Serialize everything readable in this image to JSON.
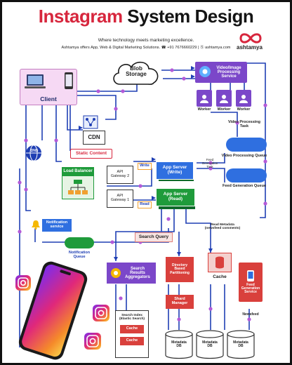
{
  "header": {
    "title_part1": "Instagram",
    "title_part2": "System Design",
    "tagline": "Where technology meets marketing excellence.",
    "contact": "Ashtamya offers App, Web & Digital Marketing Solutions. ☎ +91 7676660229 | Ⓢ ashtamya.com",
    "brand": "ashtamya"
  },
  "nodes": {
    "client": "Client",
    "blob_storage": "Blob\nStorage",
    "cdn": "CDN",
    "static_content": "Static Content",
    "dns": "DNS",
    "video_processing_service": "Video/Image\nProcessing\nService",
    "worker": "Worker",
    "video_processing_task": "Video Processing\nTask",
    "video_processing_queue": "Video Processing Queue",
    "feed_generation_task": "Feed\nGeneration\nTask",
    "feed_generation_queue": "Feed Generation Queue",
    "load_balancer": "Load Balancer",
    "api_gateway_2": "API\nGateway 2",
    "api_gateway_1": "API\nGateway 1",
    "write": "Write",
    "read": "Read",
    "app_server_write": "App Server\n(Write)",
    "app_server_read": "App Server\n(Read)",
    "notification_service": "Notification\nservice",
    "notification_queue": "Notification\nQueue",
    "read_metadata": "Read Metadata\n(newsfeed comments)",
    "search_query": "Search Query",
    "search_aggregators": "Search\nResults\nAggregators",
    "directory_partitioning": "Directory\nBased\nPartitioning",
    "shard_manager": "Shard\nManager",
    "cache": "Cache",
    "feed_generation_service": "Feed\nGeneration\nService",
    "newsfeed": "Newsfeed",
    "search_index": "Search Index\n(Elastic Search)",
    "index_cache": "Cache",
    "metadata_db": "Metadata\nDB"
  },
  "colors": {
    "title_red": "#d7263d",
    "wire_blue": "#1f3fb4",
    "dot_purple": "#b45ad8",
    "client_bg": "#f6d9f4",
    "processing_purple": "#7b47c9",
    "queue_blue": "#2f6fe0",
    "server_green": "#1f9b3b",
    "search_red": "#e7b3ad",
    "cache_red": "#d9403c",
    "notify_yellow": "#f5b800"
  },
  "icons": [
    "laptop-icon",
    "phone-icon",
    "cloud-icon",
    "network-icon",
    "globe-icon",
    "gear-icon",
    "user-icon",
    "bell-icon",
    "database-icon",
    "instagram-logo-icon",
    "infinity-logo-icon"
  ]
}
